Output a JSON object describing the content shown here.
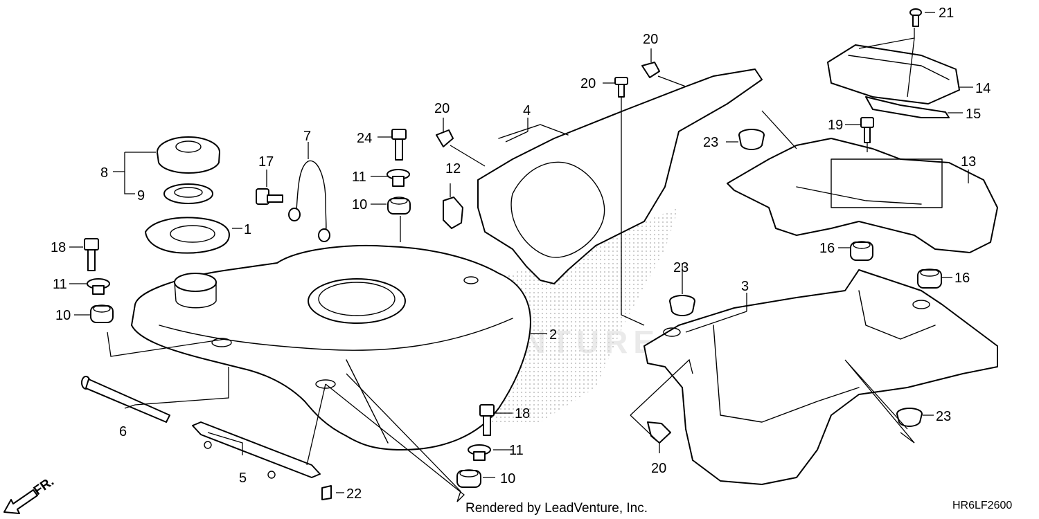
{
  "diagram": {
    "footer_credit": "Rendered by LeadVenture, Inc.",
    "drawing_code": "HR6LF2600",
    "direction_label": "FR.",
    "watermark_color": "#d9d9d9",
    "line_color": "#000000",
    "callouts": [
      {
        "id": "c1",
        "label": "1"
      },
      {
        "id": "c2",
        "label": "2"
      },
      {
        "id": "c3",
        "label": "3"
      },
      {
        "id": "c4",
        "label": "4"
      },
      {
        "id": "c5",
        "label": "5"
      },
      {
        "id": "c6",
        "label": "6"
      },
      {
        "id": "c7",
        "label": "7"
      },
      {
        "id": "c8",
        "label": "8"
      },
      {
        "id": "c9",
        "label": "9"
      },
      {
        "id": "c10a",
        "label": "10"
      },
      {
        "id": "c10b",
        "label": "10"
      },
      {
        "id": "c10c",
        "label": "10"
      },
      {
        "id": "c11a",
        "label": "11"
      },
      {
        "id": "c11b",
        "label": "11"
      },
      {
        "id": "c11c",
        "label": "11"
      },
      {
        "id": "c12",
        "label": "12"
      },
      {
        "id": "c13",
        "label": "13"
      },
      {
        "id": "c14",
        "label": "14"
      },
      {
        "id": "c15",
        "label": "15"
      },
      {
        "id": "c16a",
        "label": "16"
      },
      {
        "id": "c16b",
        "label": "16"
      },
      {
        "id": "c17",
        "label": "17"
      },
      {
        "id": "c18a",
        "label": "18"
      },
      {
        "id": "c18b",
        "label": "18"
      },
      {
        "id": "c19",
        "label": "19"
      },
      {
        "id": "c20a",
        "label": "20"
      },
      {
        "id": "c20b",
        "label": "20"
      },
      {
        "id": "c20c",
        "label": "20"
      },
      {
        "id": "c20d",
        "label": "20"
      },
      {
        "id": "c21",
        "label": "21"
      },
      {
        "id": "c22",
        "label": "22"
      },
      {
        "id": "c23a",
        "label": "23"
      },
      {
        "id": "c23b",
        "label": "23"
      },
      {
        "id": "c23c",
        "label": "23"
      },
      {
        "id": "c24",
        "label": "24"
      }
    ]
  }
}
